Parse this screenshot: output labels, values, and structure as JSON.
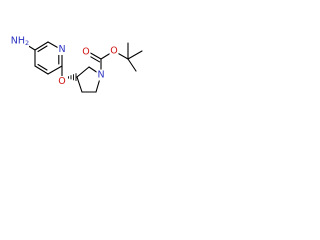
{
  "molecule": {
    "atoms": {
      "amine": {
        "label": "NH2",
        "sub_main": "NH",
        "sub_digit": "2",
        "color": "#2b33c2"
      },
      "pyridine_n": {
        "label": "N",
        "color": "#2b33c2"
      },
      "ether_o": {
        "label": "O",
        "color": "#d01414"
      },
      "pyrrolidine_n": {
        "label": "N",
        "color": "#2b33c2"
      },
      "carbonyl_o": {
        "label": "O",
        "color": "#d01414"
      },
      "ester_o": {
        "label": "O",
        "color": "#d01414"
      }
    }
  }
}
